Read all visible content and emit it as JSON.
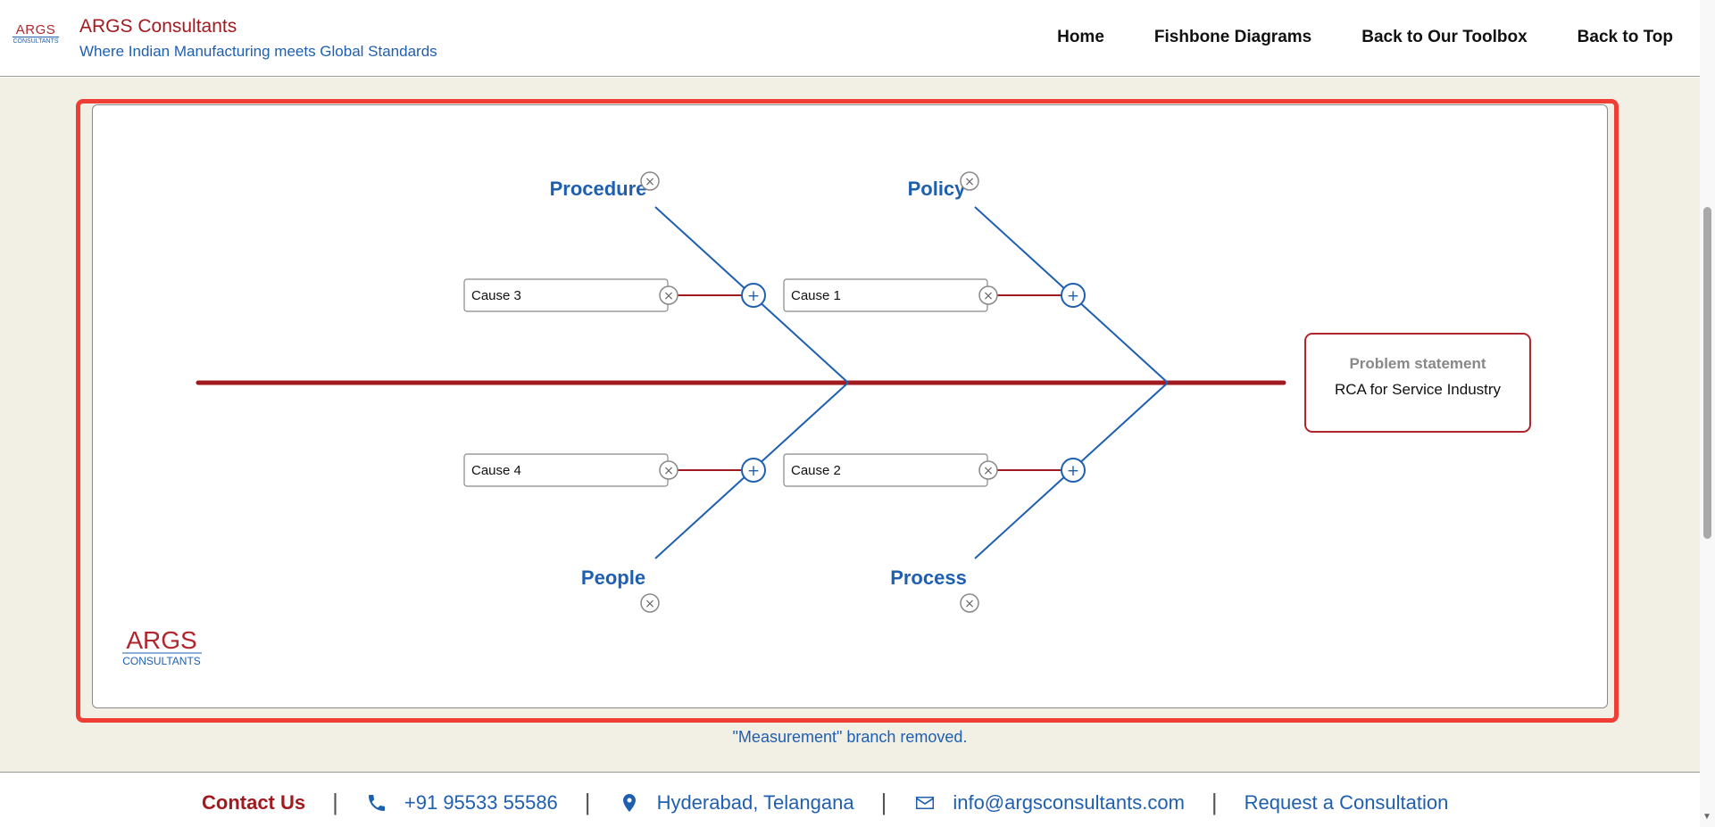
{
  "header": {
    "logo_text": "ARGS",
    "logo_subtext": "CONSULTANTS",
    "title": "ARGS Consultants",
    "tagline": "Where Indian Manufacturing meets Global Standards",
    "nav": [
      "Home",
      "Fishbone Diagrams",
      "Back to Our Toolbox",
      "Back to Top"
    ]
  },
  "diagram": {
    "problem_statement_label": "Problem statement",
    "problem_statement": "RCA for Service Industry",
    "branches": {
      "procedure": "Procedure",
      "policy": "Policy",
      "people": "People",
      "process": "Process"
    },
    "causes": {
      "procedure": "Cause 3",
      "policy": "Cause 1",
      "people": "Cause 4",
      "process": "Cause 2"
    },
    "watermark_logo": "ARGS",
    "watermark_sub": "CONSULTANTS",
    "colors": {
      "spine": "#a11a1f",
      "branch": "#1f5fb0",
      "frame": "#ef3e36"
    }
  },
  "status_message": "\"Measurement\" branch removed.",
  "footer": {
    "contact_label": "Contact Us",
    "phone": "+91 95533 55586",
    "location": "Hyderabad, Telangana",
    "email": "info@argsconsultants.com",
    "request": "Request a Consultation",
    "icons": [
      "phone-icon",
      "map-pin-icon",
      "envelope-icon"
    ]
  }
}
